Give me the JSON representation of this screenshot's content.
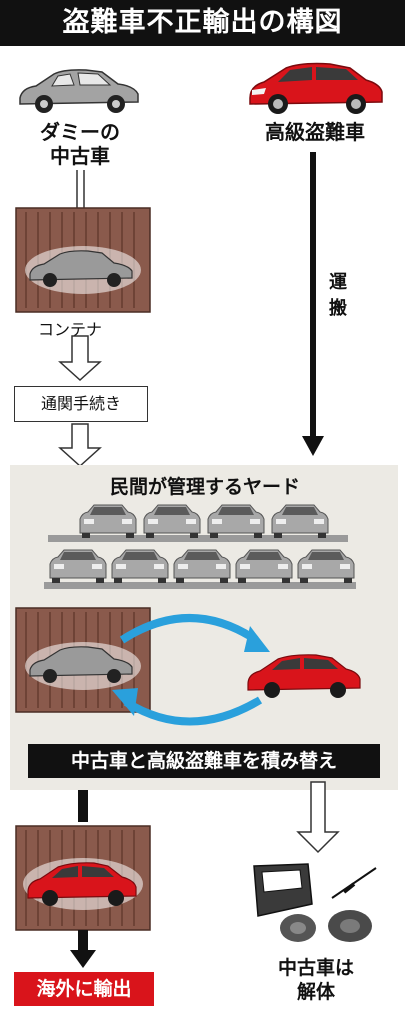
{
  "title": "盗難車不正輸出の構図",
  "left_column": {
    "car_label_line1": "ダミーの",
    "car_label_line2": "中古車",
    "container_label": "コンテナ",
    "customs_label": "通関手続き"
  },
  "right_column": {
    "car_label": "高級盗難車",
    "transport_line1": "運",
    "transport_line2": "搬"
  },
  "yard": {
    "label": "民間が管理するヤード",
    "swap_label": "中古車と高級盗難車を積み替え"
  },
  "outcomes": {
    "export_label": "海外に輸出",
    "dismantle_line1": "中古車は",
    "dismantle_line2": "解体"
  },
  "colors": {
    "container": "#8a5a4c",
    "red_car": "#d9141b",
    "gray_car": "#9a9a9a",
    "swap_arrow": "#2aa0dc",
    "title_bg": "#111111"
  }
}
